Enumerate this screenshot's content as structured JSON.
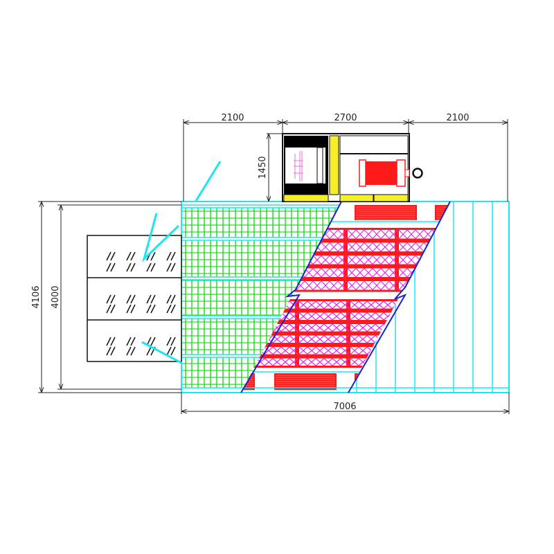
{
  "drawing": {
    "dimensions": {
      "top_left_width": "2100",
      "top_middle_width": "2700",
      "top_right_width": "2100",
      "unit_height": "1450",
      "overall_depth": "4106",
      "inner_depth": "4000",
      "overall_length": "7006"
    },
    "colors": {
      "frame": "#19e6f0",
      "grating": "#22dd22",
      "pallet": "#ff1a1a",
      "cross": "#ee22ee",
      "break_line": "#1a22cc",
      "unit_fill": "#000000",
      "unit_accent": "#f5ee2a",
      "dim_line": "#222222"
    }
  }
}
